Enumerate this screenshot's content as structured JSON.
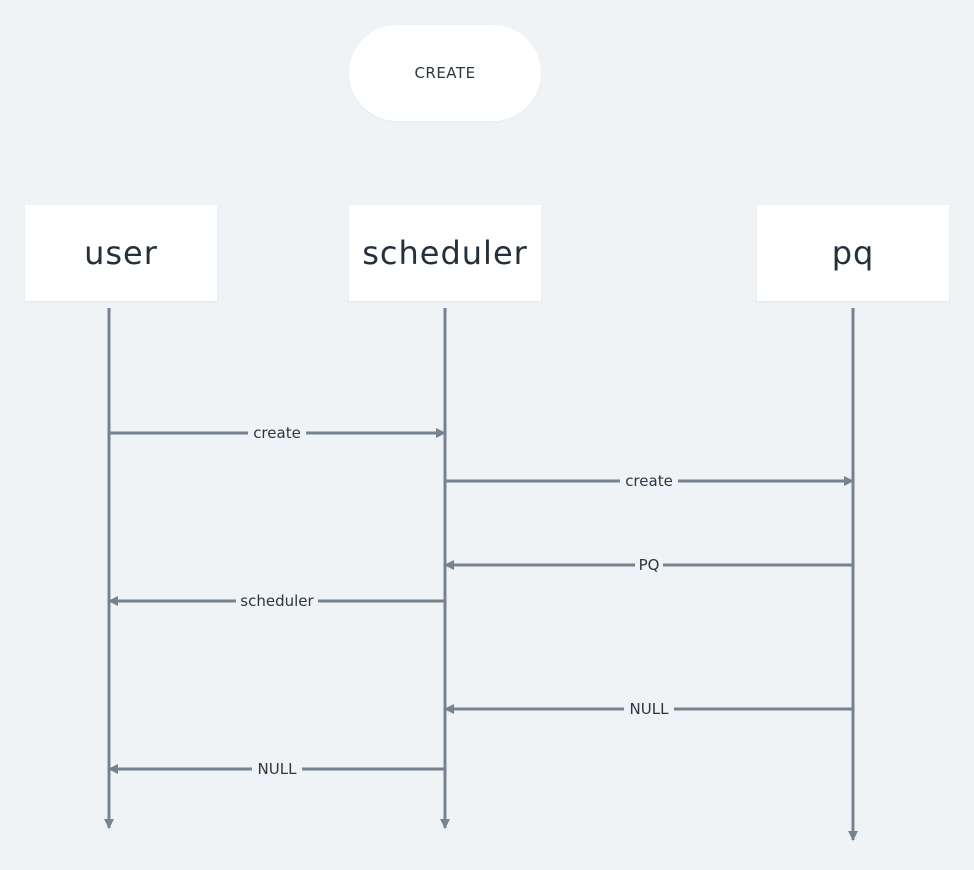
{
  "title": "CREATE",
  "colors": {
    "background": "#eff3f6",
    "box": "#ffffff",
    "line": "#758391",
    "text": "#2b3640"
  },
  "actors": [
    {
      "id": "user",
      "label": "user"
    },
    {
      "id": "scheduler",
      "label": "scheduler"
    },
    {
      "id": "pq",
      "label": "pq"
    }
  ],
  "messages": [
    {
      "from": "user",
      "to": "scheduler",
      "label": "create"
    },
    {
      "from": "scheduler",
      "to": "pq",
      "label": "create"
    },
    {
      "from": "pq",
      "to": "scheduler",
      "label": "PQ"
    },
    {
      "from": "scheduler",
      "to": "user",
      "label": "scheduler"
    },
    {
      "from": "pq",
      "to": "scheduler",
      "label": "NULL"
    },
    {
      "from": "scheduler",
      "to": "user",
      "label": "NULL"
    }
  ]
}
